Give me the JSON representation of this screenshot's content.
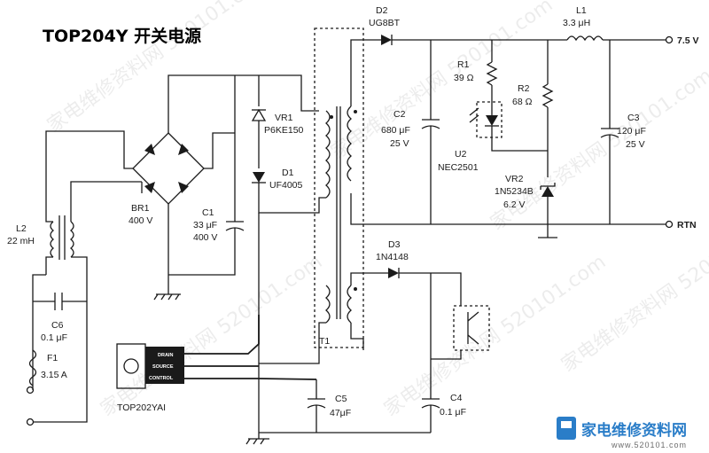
{
  "title": "TOP204Y 开关电源",
  "components": {
    "L2": {
      "ref": "L2",
      "value": "22 mH"
    },
    "C6": {
      "ref": "C6",
      "value": "0.1 μF"
    },
    "F1": {
      "ref": "F1",
      "value": "3.15 A"
    },
    "BR1": {
      "ref": "BR1",
      "value": "400 V"
    },
    "C1": {
      "ref": "C1",
      "value1": "33 μF",
      "value2": "400 V"
    },
    "VR1": {
      "ref": "VR1",
      "value": "P6KE150"
    },
    "D1": {
      "ref": "D1",
      "value": "UF4005"
    },
    "T1": {
      "ref": "T1"
    },
    "D2": {
      "ref": "D2",
      "value": "UG8BT"
    },
    "L1": {
      "ref": "L1",
      "value": "3.3 μH"
    },
    "R1": {
      "ref": "R1",
      "value": "39 Ω"
    },
    "R2": {
      "ref": "R2",
      "value": "68 Ω"
    },
    "C2": {
      "ref": "C2",
      "value1": "680 μF",
      "value2": "25 V"
    },
    "C3": {
      "ref": "C3",
      "value1": "120 μF",
      "value2": "25 V"
    },
    "U2": {
      "ref": "U2",
      "value": "NEC2501"
    },
    "VR2": {
      "ref": "VR2",
      "value1": "1N5234B",
      "value2": "6.2 V"
    },
    "D3": {
      "ref": "D3",
      "value": "1N4148"
    },
    "C5": {
      "ref": "C5",
      "value": "47μF"
    },
    "C4": {
      "ref": "C4",
      "value": "0.1 μF"
    },
    "U1": {
      "part": "TOP202YAI",
      "pins": [
        "DRAIN",
        "SOURCE",
        "CONTROL"
      ]
    }
  },
  "outputs": {
    "positive": "7.5 V",
    "return": "RTN"
  },
  "watermark": "家电维修资料网 520101.com",
  "logo": {
    "text": "家电维修资料网",
    "url": "www.520101.com"
  }
}
